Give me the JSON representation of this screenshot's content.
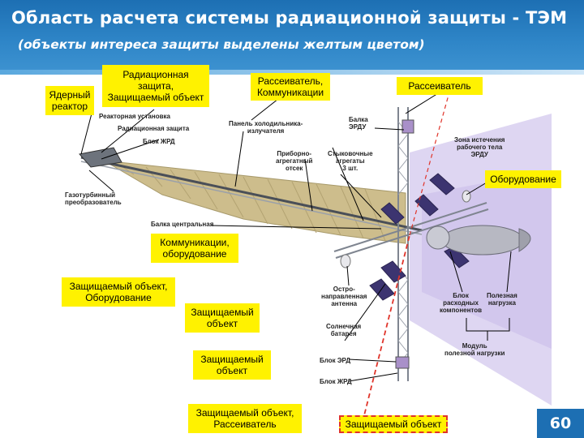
{
  "header": {
    "title": "Область расчета системы радиационной защиты - ТЭМ",
    "subtitle": "(объекты интереса защиты выделены желтым цветом)"
  },
  "yellow_labels": {
    "nuclear_reactor": "Ядерный\nреактор",
    "radiation_shield": "Радиационная\nзащита,\nЗащищаемый объект",
    "scatterer_comms": "Рассеиватель,\nКоммуникации",
    "scatterer": "Рассеиватель",
    "equipment": "Оборудование",
    "comms_equipment": "Коммуникации,\nоборудование",
    "protected_equipment": "Защищаемый объект,\nОборудование",
    "protected_1": "Защищаемый\nобъект",
    "protected_2": "Защищаемый\nобъект",
    "protected_scatterer": "Защищаемый объект,\nРассеиватель",
    "protected_bottom": "Защищаемый объект"
  },
  "small_labels": {
    "reactor_unit": "Реакторная установка",
    "radiation_shield": "Радиационная защита",
    "lre_block": "Блок ЖРД",
    "turbine": "Газотурбинный\nпреобразователь",
    "cooler_panel": "Панель холодильника-\nизлучателя",
    "instrument_bay": "Приборно-\nагрегатный\nотсек",
    "docking": "Стыковочные\nагрегаты\n3 шт.",
    "erdu_beam": "Балка\nЭРДУ",
    "exhaust_zone": "Зона истечения\nрабочего тела\nЭРДУ",
    "central_beam": "Балка центральная",
    "directional_antenna": "Остро-\nнаправленная\nантенна",
    "consumables_block": "Блок\nрасходных\nкомпонентов",
    "payload": "Полезная\nнагрузка",
    "solar_battery": "Солнечная\nбатарея",
    "payload_module": "Модуль\nполезной нагрузки",
    "erd_block": "Блок ЭРД",
    "lre_block_2": "Блок ЖРД"
  },
  "page_number": "60",
  "colors": {
    "header_blue": "#1d6fb3",
    "highlight_yellow": "#fff200",
    "exhaust_zone": "#cfc3ec",
    "panel_tan": "#cdbd8c",
    "truss_gray": "#8a8f99",
    "dashed_red": "#e0342a"
  }
}
